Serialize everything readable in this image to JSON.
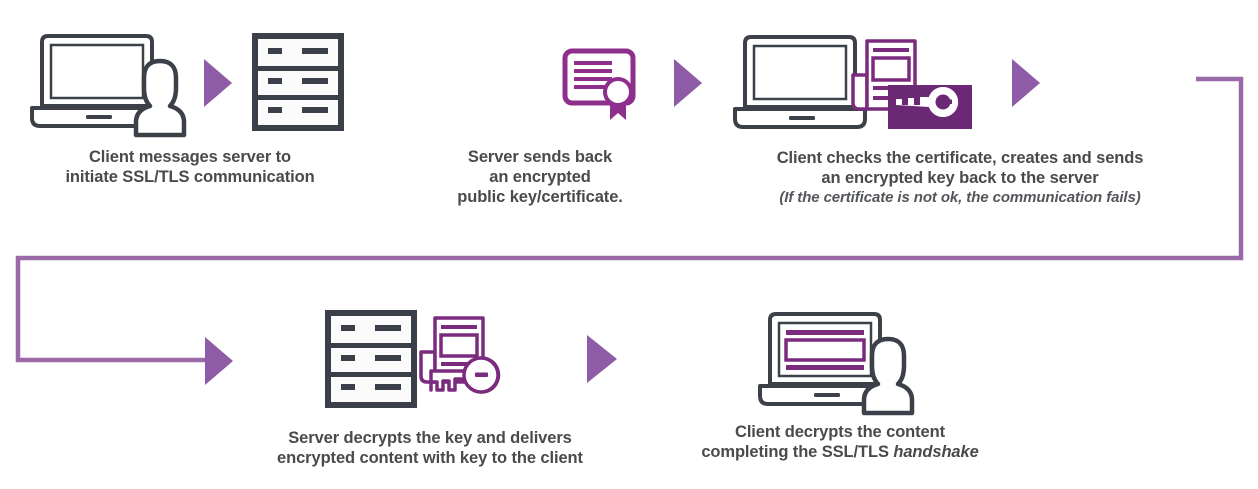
{
  "diagram": {
    "title_visible": false,
    "type": "ssl-tls-handshake-flow",
    "colors": {
      "dark": "#3a3f4a",
      "outline_gray": "#3c4049",
      "purple_accent": "#8e5ba6",
      "purple_deep": "#7b2b7e",
      "purple_solid": "#6b2874",
      "connector": "#9a6aa8",
      "text": "#4a4a4a",
      "subtext": "#53565a",
      "background": "#ffffff"
    },
    "steps": [
      {
        "id": "step-1",
        "icons": [
          "laptop-icon",
          "person-icon"
        ],
        "caption_lines": [
          "Client messages server to",
          "initiate SSL/TLS communication"
        ],
        "note": ""
      },
      {
        "id": "step-2",
        "icons": [
          "server-rack-icon",
          "certificate-icon"
        ],
        "caption_lines": [
          "Server sends back",
          "an encrypted",
          "public key/certificate."
        ],
        "note": ""
      },
      {
        "id": "step-3",
        "icons": [
          "laptop-icon",
          "person-icon",
          "document-icon",
          "key-icon"
        ],
        "caption_lines": [
          "Client checks the certificate, creates and sends",
          "an encrypted key back to the server"
        ],
        "note": "(If the certificate is not ok, the communication fails)"
      },
      {
        "id": "step-4",
        "icons": [
          "server-rack-icon",
          "document-icon",
          "key-icon"
        ],
        "caption_lines": [
          "Server decrypts the key and delivers",
          "encrypted content with key to the client"
        ],
        "note": ""
      },
      {
        "id": "step-5",
        "icons": [
          "laptop-icon",
          "person-icon"
        ],
        "caption_lines": [
          "Client decrypts the content",
          "completing the SSL/TLS "
        ],
        "caption_italic_tail": "handshake",
        "note": ""
      }
    ],
    "arrows": [
      {
        "id": "arrow-1",
        "label": "arrow-step1-to-step2"
      },
      {
        "id": "arrow-2",
        "label": "arrow-step2-to-step3"
      },
      {
        "id": "arrow-3",
        "label": "arrow-step3-to-wrap"
      },
      {
        "id": "arrow-4",
        "label": "arrow-wrap-to-step4"
      },
      {
        "id": "arrow-5",
        "label": "arrow-step4-to-step5"
      }
    ],
    "connector": {
      "id": "wrap-connector",
      "description": "elbow line from right of row 1 down and around to left of row 2"
    }
  }
}
